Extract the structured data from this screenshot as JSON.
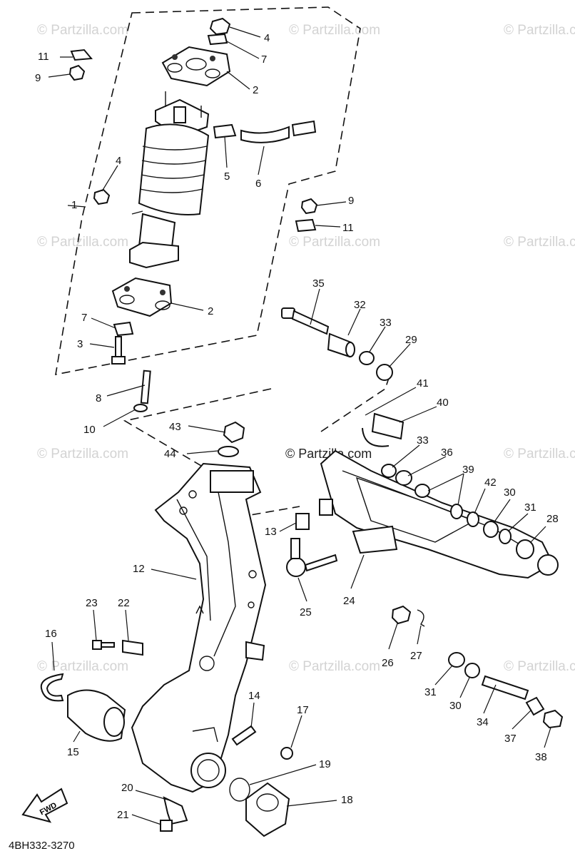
{
  "diagram_code": "4BH332-3270",
  "fwd_label": "FWD",
  "watermark_text": "© Partzilla.com",
  "center_watermark_text": "© Partzilla.com",
  "callouts": [
    "1",
    "2",
    "2",
    "3",
    "4",
    "4",
    "5",
    "6",
    "7",
    "7",
    "8",
    "9",
    "9",
    "10",
    "11",
    "11",
    "12",
    "13",
    "14",
    "15",
    "16",
    "17",
    "18",
    "19",
    "20",
    "21",
    "22",
    "23",
    "24",
    "25",
    "26",
    "27",
    "28",
    "29",
    "30",
    "30",
    "31",
    "31",
    "32",
    "33",
    "33",
    "34",
    "35",
    "36",
    "37",
    "38",
    "39",
    "40",
    "41",
    "42",
    "43",
    "44"
  ]
}
